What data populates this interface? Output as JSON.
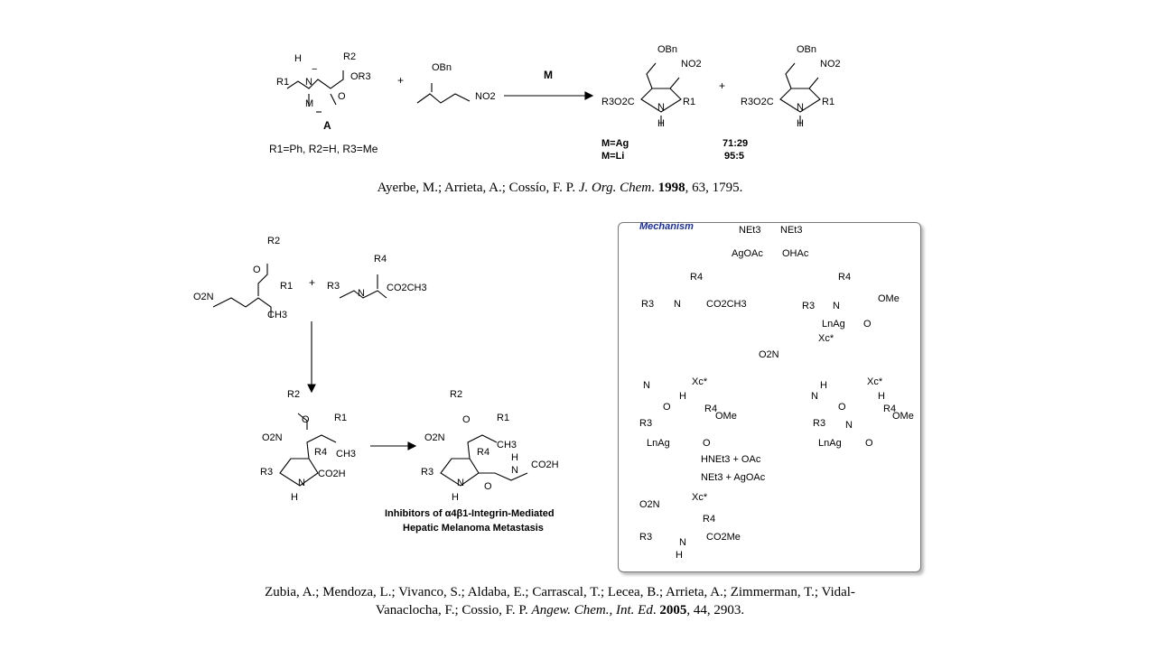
{
  "scheme1": {
    "intermediate": {
      "label": "A",
      "atoms": [
        "H",
        "R1",
        "N",
        "R2",
        "OR3",
        "O",
        "M"
      ],
      "charge": "−",
      "condition": "R1=Ph, R2=H, R3=Me"
    },
    "reagent": {
      "groups": [
        "OBn",
        "NO2"
      ]
    },
    "plus": "+",
    "arrow_label": "M",
    "products": [
      {
        "groups": [
          "OBn",
          "NO2",
          "R3O2C",
          "R1",
          "N",
          "H"
        ]
      },
      {
        "groups": [
          "OBn",
          "NO2",
          "R3O2C",
          "R1",
          "N",
          "H"
        ]
      }
    ],
    "ratios": [
      {
        "metal": "M=Ag",
        "ratio": "71:29"
      },
      {
        "metal": "M=Li",
        "ratio": "95:5"
      }
    ],
    "citation": {
      "authors": "Ayerbe, M.; Arrieta, A.; Cossío, F. P. ",
      "journal": "J. Org. Chem",
      "sep": ". ",
      "year": "1998",
      "rest": ", 63, 1795."
    }
  },
  "scheme2": {
    "reactants": [
      {
        "groups": [
          "R2",
          "O",
          "O2N",
          "R1",
          "CH3"
        ]
      },
      {
        "groups": [
          "R4",
          "R3",
          "N",
          "CO2CH3"
        ]
      }
    ],
    "plus": "+",
    "product": {
      "groups": [
        "R2",
        "O",
        "R1",
        "O2N",
        "CH3",
        "R4",
        "R3",
        "CO2H",
        "N",
        "H"
      ]
    },
    "final": {
      "groups": [
        "R2",
        "O",
        "R1",
        "O2N",
        "CH3",
        "R4",
        "H",
        "N",
        "CO2H",
        "R3",
        "N",
        "H",
        "O"
      ]
    },
    "caption_line1": "Inhibitors of α4β1-Integrin-Mediated",
    "caption_line2": "Hepatic Melanoma Metastasis",
    "citation": {
      "line1": "Zubia, A.; Mendoza, L.; Vivanco, S.; Aldaba, E.; Carrascal, T.; Lecea, B.; Arrieta, A.; Zimmerman, T.; Vidal-",
      "line2_authors": "Vanaclocha, F.; Cossio, F. P. ",
      "journal": "Angew. Chem., Int. Ed",
      "sep": ". ",
      "year": "2005",
      "rest": ", 44, 2903."
    }
  },
  "mechanism": {
    "title": "Mechanism",
    "title_color": "#1a2ea8",
    "reagents_in": [
      "NEt3",
      "AgOAc"
    ],
    "reagents_out": [
      "NEt3",
      "OHAc"
    ],
    "imine": [
      "R4",
      "R3",
      "N",
      "CO2CH3"
    ],
    "complex": [
      "R4",
      "R3",
      "N",
      "OMe",
      "LnAg",
      "O"
    ],
    "dipolarophile": [
      "O2N",
      "Xc*"
    ],
    "ts1": [
      "N",
      "O",
      "Xc*",
      "H",
      "R3",
      "R4",
      "OMe",
      "LnAg",
      "O"
    ],
    "ts2": [
      "H",
      "N",
      "O",
      "Xc*",
      "H",
      "R4",
      "R3",
      "N",
      "OMe",
      "LnAg",
      "O"
    ],
    "regen": [
      "HNEt3 + OAc",
      "NEt3 + AgOAc"
    ],
    "product": [
      "O2N",
      "Xc*",
      "R4",
      "R3",
      "CO2Me",
      "N",
      "H"
    ]
  }
}
